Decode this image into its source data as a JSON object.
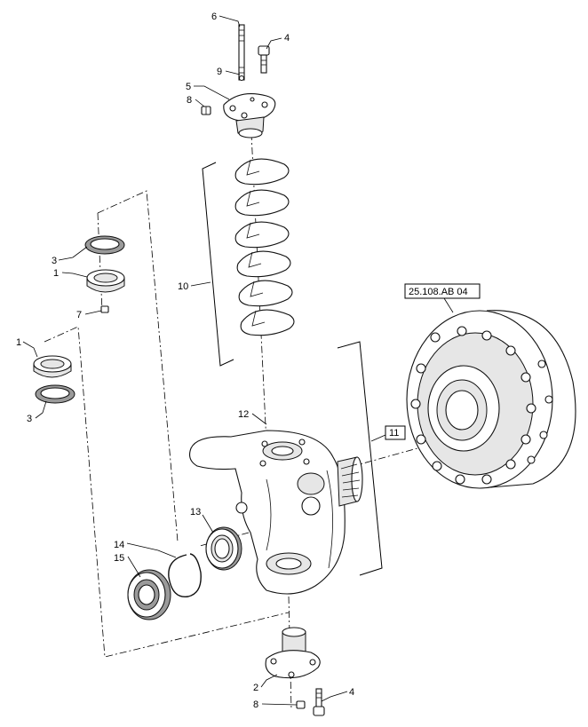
{
  "callouts": {
    "c6": "6",
    "c4_top": "4",
    "c9": "9",
    "c5": "5",
    "c8_top": "8",
    "c10": "10",
    "c3_top": "3",
    "c1_top": "1",
    "c7": "7",
    "c1_left": "1",
    "c3_left": "3",
    "c12": "12",
    "c11": "11",
    "c13": "13",
    "c14": "14",
    "c15": "15",
    "c2": "2",
    "c8_bottom": "8",
    "c4_bottom": "4"
  },
  "reference_label": "25.108.AB 04"
}
